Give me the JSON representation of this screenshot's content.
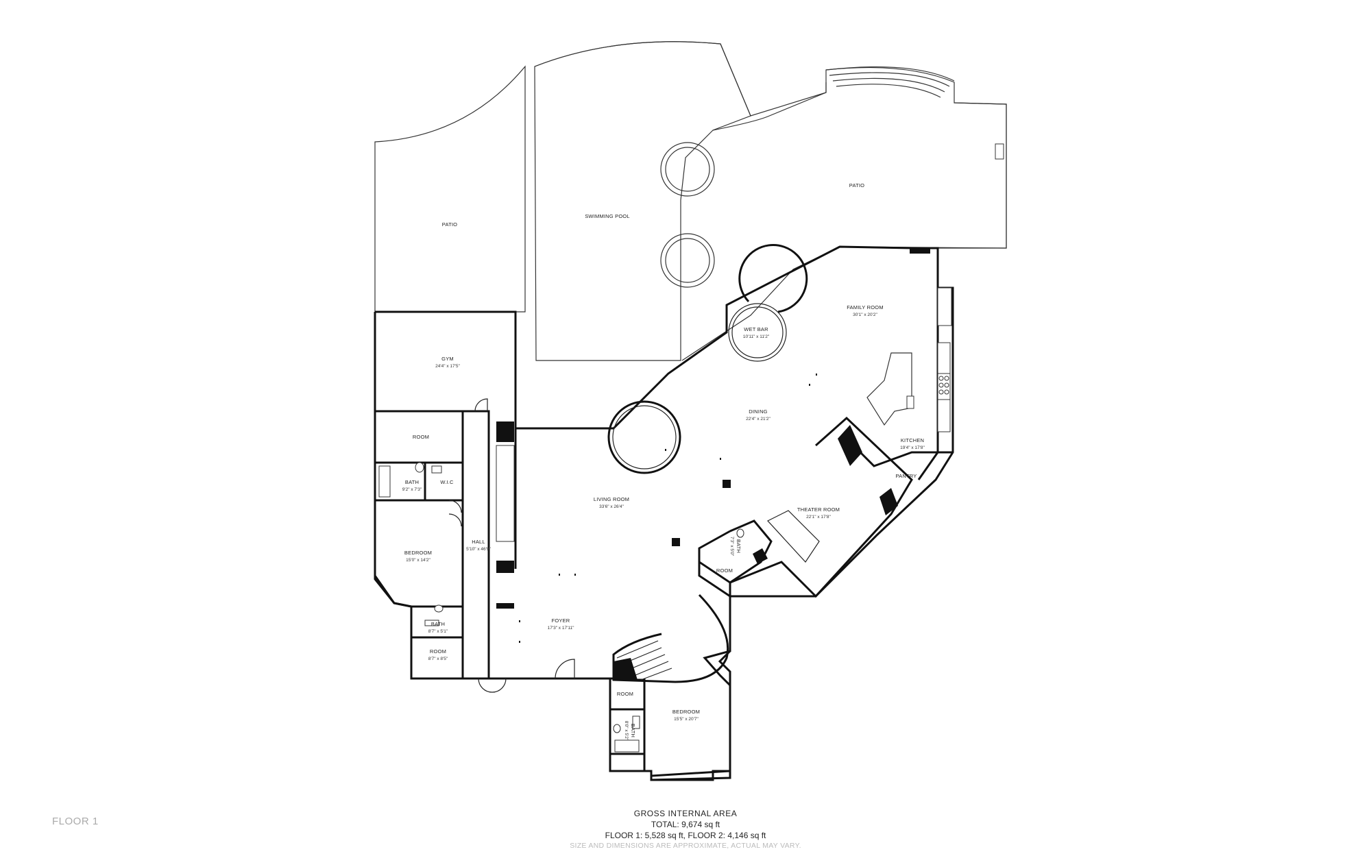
{
  "rooms": {
    "patio_left": {
      "name": "PATIO"
    },
    "swimming_pool": {
      "name": "SWIMMING POOL"
    },
    "patio_right": {
      "name": "PATIO"
    },
    "family_room": {
      "name": "FAMILY ROOM",
      "dims": "30'1\" x 20'2\""
    },
    "wet_bar": {
      "name": "WET BAR",
      "dims": "10'11\" x 11'2\""
    },
    "gym": {
      "name": "GYM",
      "dims": "24'4\" x 17'5\""
    },
    "dining": {
      "name": "DINING",
      "dims": "22'4\" x 21'2\""
    },
    "kitchen": {
      "name": "KITCHEN",
      "dims": "19'4\" x 17'8\""
    },
    "room_upper": {
      "name": "ROOM"
    },
    "bath_upper": {
      "name": "BATH",
      "dims": "9'2\" x 7'3\""
    },
    "wic": {
      "name": "W.I.C"
    },
    "pantry": {
      "name": "PANTRY"
    },
    "living_room": {
      "name": "LIVING ROOM",
      "dims": "33'6\" x 26'4\""
    },
    "theater_room": {
      "name": "THEATER ROOM",
      "dims": "22'1\" x 17'8\""
    },
    "bedroom_left": {
      "name": "BEDROOM",
      "dims": "15'0\" x 14'2\""
    },
    "hall": {
      "name": "HALL",
      "dims": "5'10\" x 46'9\""
    },
    "bath_center": {
      "name": "BATH",
      "dims": "7'3\" x 5'0\""
    },
    "room_center": {
      "name": "ROOM"
    },
    "bath_left_lower": {
      "name": "BATH",
      "dims": "8'7\" x 5'1\""
    },
    "foyer": {
      "name": "FOYER",
      "dims": "17'3\" x 17'11\""
    },
    "room_lower_left": {
      "name": "ROOM",
      "dims": "8'7\" x 8'5\""
    },
    "room_bottom": {
      "name": "ROOM"
    },
    "bedroom_bottom": {
      "name": "BEDROOM",
      "dims": "15'5\" x 20'7\""
    },
    "bath_bottom": {
      "name": "BATH",
      "dims": "8'0\" x 5'2\""
    }
  },
  "area": {
    "title": "GROSS INTERNAL AREA",
    "total": "TOTAL: 9,674 sq ft",
    "floors": "FLOOR 1: 5,528 sq ft, FLOOR 2: 4,146 sq ft",
    "disclaimer": "SIZE AND DIMENSIONS ARE APPROXIMATE, ACTUAL MAY VARY."
  },
  "floor_label": "FLOOR 1"
}
